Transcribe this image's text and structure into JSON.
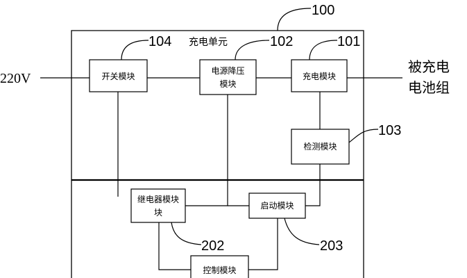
{
  "labels": {
    "input_voltage": "220V",
    "battery_line1": "被充电",
    "battery_line2": "电池组",
    "charging_unit": "充电单元"
  },
  "modules": {
    "switch": "开关模块",
    "power_step_down_line1": "电源降压",
    "power_step_down_line2": "模块",
    "charging": "充电模块",
    "detection": "检测模块",
    "relay_line1": "继电器模块",
    "relay_line2": "块",
    "startup": "启动模块",
    "control": "控制模块"
  },
  "refs": {
    "system": "100",
    "switch": "104",
    "power_step_down": "102",
    "charging": "101",
    "detection": "103",
    "relay": "202",
    "startup": "203"
  }
}
